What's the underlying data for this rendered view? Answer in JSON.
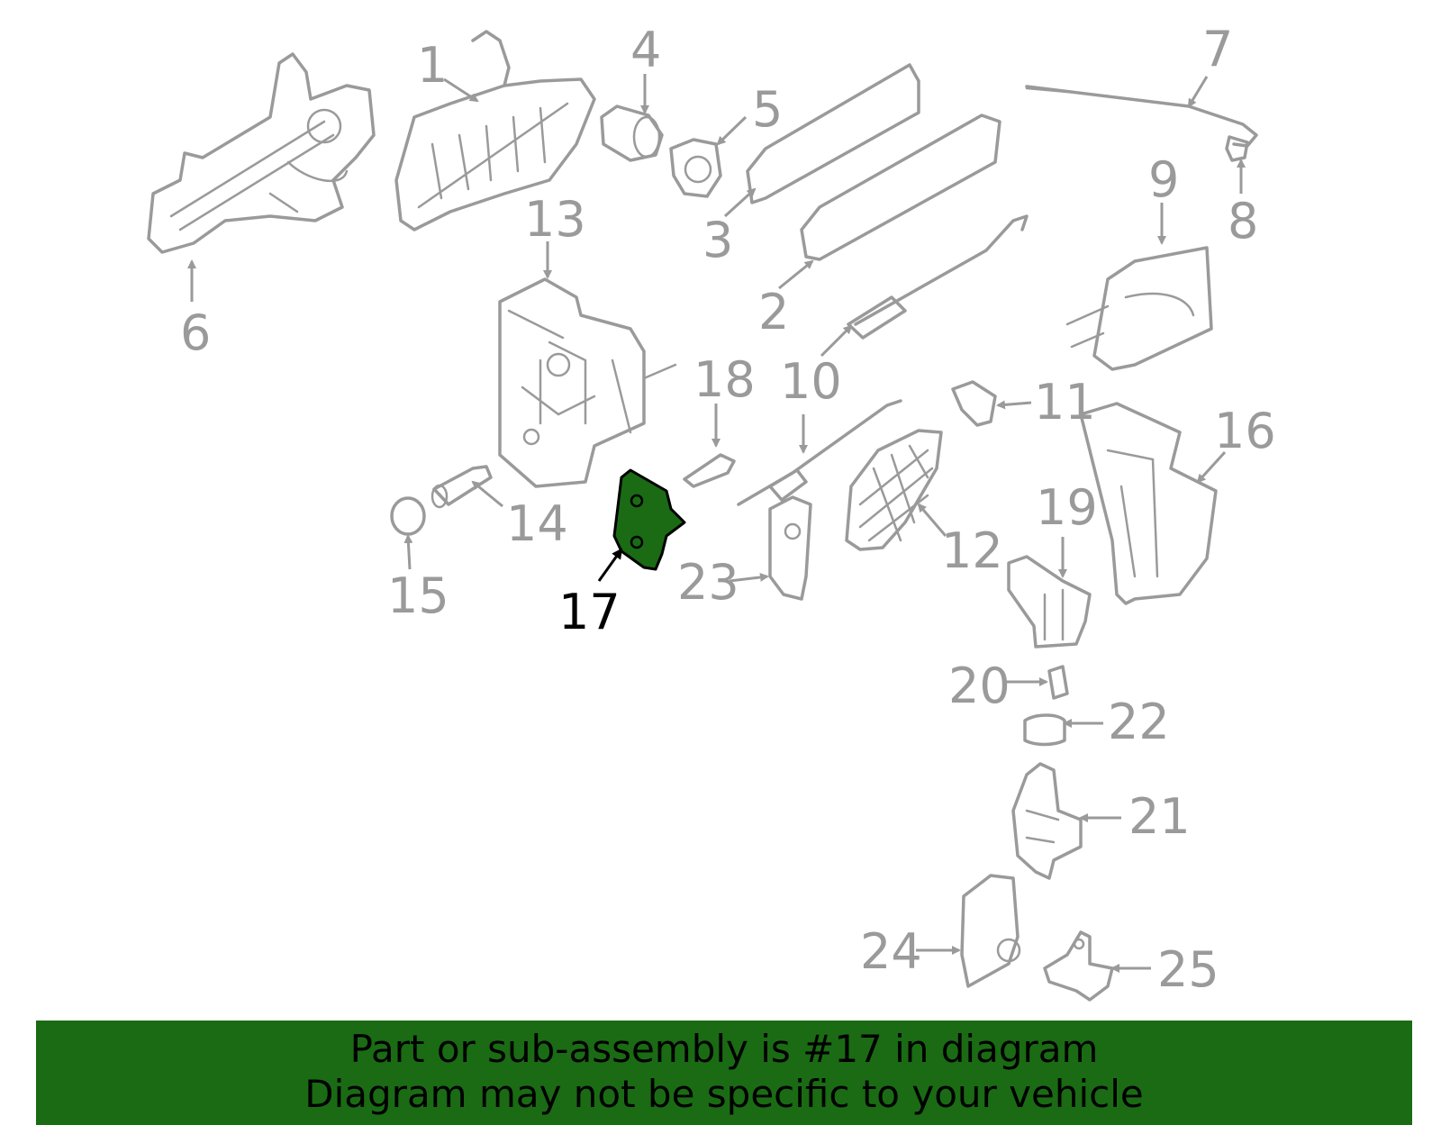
{
  "callouts": [
    {
      "number": "1"
    },
    {
      "number": "2"
    },
    {
      "number": "3"
    },
    {
      "number": "4"
    },
    {
      "number": "5"
    },
    {
      "number": "6"
    },
    {
      "number": "7"
    },
    {
      "number": "8"
    },
    {
      "number": "9"
    },
    {
      "number": "10"
    },
    {
      "number": "11"
    },
    {
      "number": "12"
    },
    {
      "number": "13"
    },
    {
      "number": "14"
    },
    {
      "number": "15"
    },
    {
      "number": "16"
    },
    {
      "number": "17",
      "highlighted": true
    },
    {
      "number": "18"
    },
    {
      "number": "19"
    },
    {
      "number": "20"
    },
    {
      "number": "21"
    },
    {
      "number": "22"
    },
    {
      "number": "23"
    },
    {
      "number": "24"
    },
    {
      "number": "25"
    }
  ],
  "banner": {
    "line1": "Part or sub-assembly is #17 in diagram",
    "line2": "Diagram may not be specific to your vehicle"
  },
  "colors": {
    "part_outline": "#9a9a9a",
    "highlight_fill": "#1a6b14",
    "banner_background": "#1a6b14",
    "text_dark": "#000000"
  }
}
